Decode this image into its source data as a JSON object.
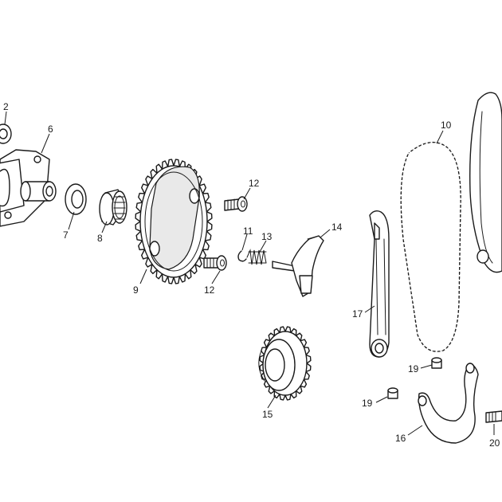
{
  "callouts": {
    "c2": "2",
    "c6": "6",
    "c7": "7",
    "c8": "8",
    "c9": "9",
    "c10": "10",
    "c11": "11",
    "c12a": "12",
    "c12b": "12",
    "c13": "13",
    "c14": "14",
    "c15": "15",
    "c16": "16",
    "c17": "17",
    "c19a": "19",
    "c19b": "19",
    "c20": "20"
  }
}
